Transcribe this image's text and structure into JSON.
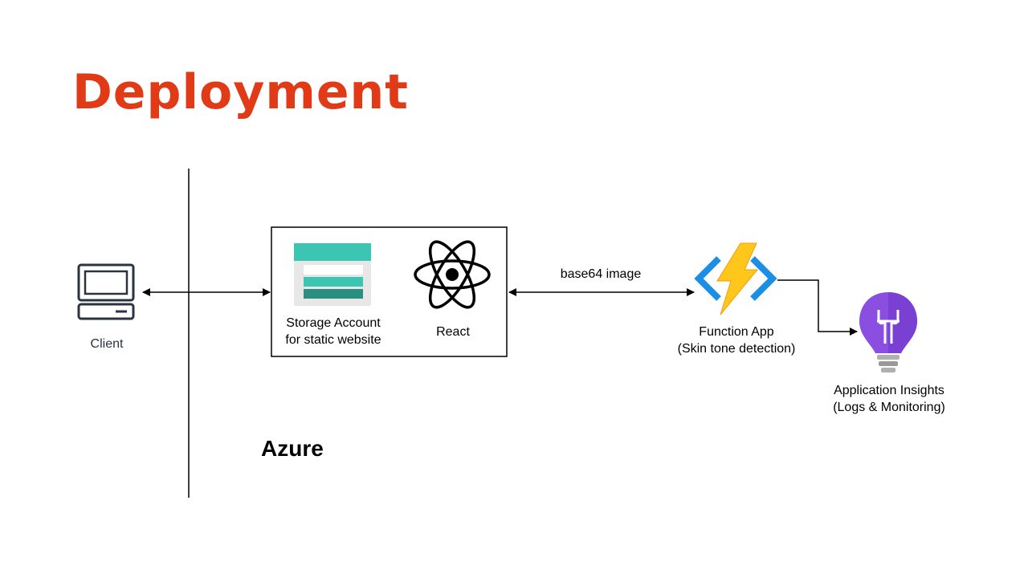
{
  "title": "Deployment",
  "client": {
    "label": "Client",
    "icon": "computer-icon"
  },
  "static_site_box": {
    "storage": {
      "line1": "Storage Account",
      "line2": "for static website",
      "icon": "storage-account-icon"
    },
    "react": {
      "label": "React",
      "icon": "react-icon"
    }
  },
  "connection_label": "base64 image",
  "function_app": {
    "line1": "Function App",
    "line2": "(Skin tone detection)",
    "icon": "function-app-icon"
  },
  "app_insights": {
    "line1": "Application Insights",
    "line2": "(Logs & Monitoring)",
    "icon": "application-insights-icon"
  },
  "zone_label": "Azure",
  "colors": {
    "title": "#e03a17",
    "storage_header": "#3cc5b3",
    "storage_bar_light": "#3cc5b3",
    "storage_bar_dark": "#2a8f80",
    "lightning": "#ffc71b",
    "function_bracket": "#1a8fe3",
    "insights_bulb": "#8a4fe0"
  }
}
